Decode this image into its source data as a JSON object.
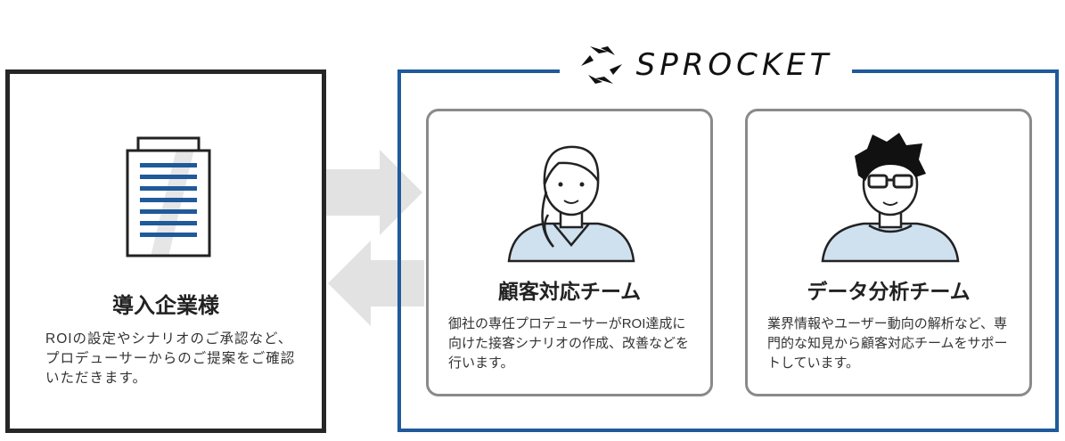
{
  "logo": {
    "text": "SPROCKET"
  },
  "client": {
    "title": "導入企業様",
    "description": "ROIの設定やシナリオのご承認など、プロデューサーからのご提案をご確認いただきます。"
  },
  "teams": [
    {
      "title": "顧客対応チーム",
      "description": "御社の専任プロデューサーがROI達成に向けた接客シナリオの作成、改善などを行います。"
    },
    {
      "title": "データ分析チーム",
      "description": "業界情報やユーザー動向の解析など、専門的な知見から顧客対応チームをサポートしています。"
    }
  ],
  "colors": {
    "brand_blue": "#1f5a9a",
    "arrow_gray": "#e2e2e2",
    "card_border": "#8a8a8a"
  }
}
